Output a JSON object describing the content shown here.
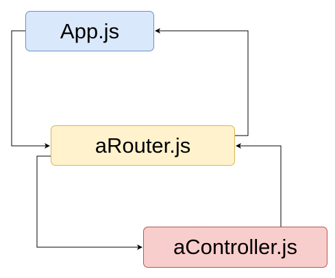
{
  "nodes": {
    "app": {
      "label": "App.js",
      "fill": "#dae8fc"
    },
    "router": {
      "label": "aRouter.js",
      "fill": "#fff2cc"
    },
    "controller": {
      "label": "aController.js",
      "fill": "#f8cecc"
    }
  },
  "edges": [
    {
      "from": "app",
      "to": "router"
    },
    {
      "from": "router",
      "to": "app"
    },
    {
      "from": "router",
      "to": "controller"
    },
    {
      "from": "controller",
      "to": "router"
    }
  ],
  "colors": {
    "edge": "#000000"
  }
}
